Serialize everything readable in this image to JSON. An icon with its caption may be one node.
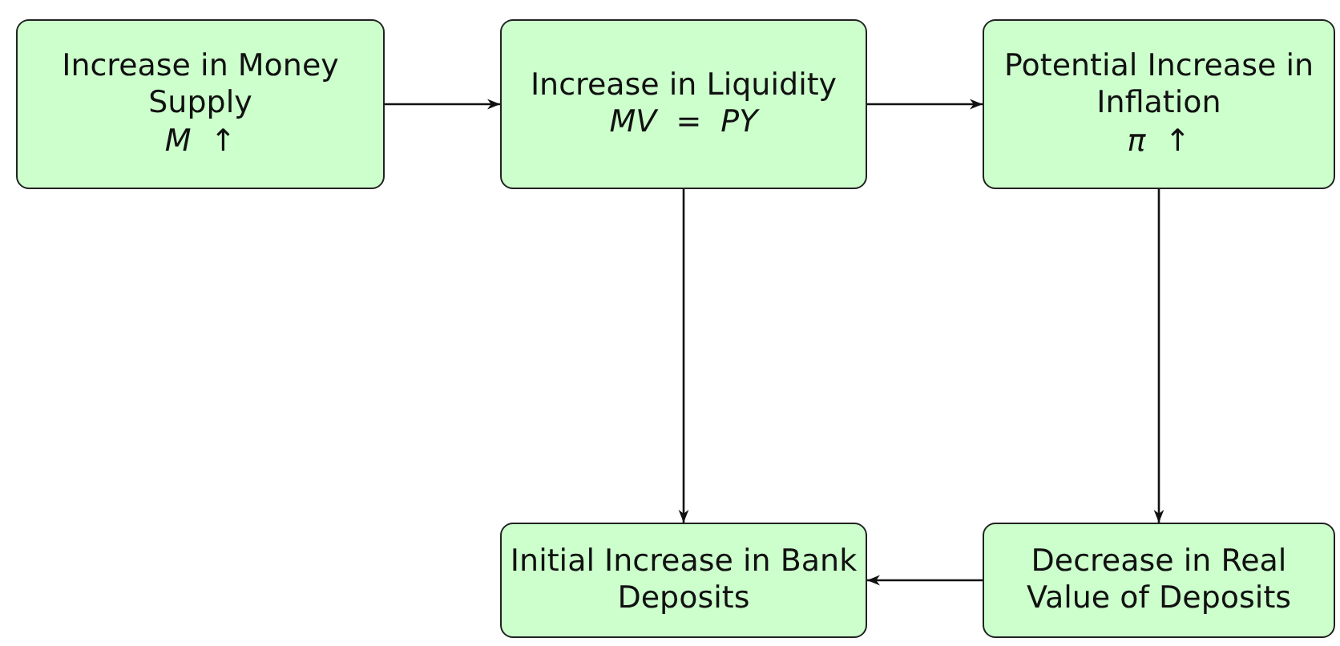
{
  "diagram": {
    "nodes": [
      {
        "text": [
          "Increase in Money Supply",
          "M ↑"
        ]
      },
      {
        "text": [
          "Increase in Liquidity",
          "MV = PY"
        ]
      },
      {
        "text": [
          "Potential Increase in Inflation",
          "π ↑"
        ]
      },
      {
        "text": [
          "Initial Increase in Bank Deposits"
        ]
      },
      {
        "text": [
          "Decrease in Real Value of Deposits"
        ]
      }
    ],
    "edges": [
      {
        "from": 0,
        "to": 1,
        "arrow": "to"
      },
      {
        "from": 1,
        "to": 2,
        "arrow": "to"
      },
      {
        "from": 1,
        "to": 3,
        "arrow": "to"
      },
      {
        "from": 2,
        "to": 4,
        "arrow": "to"
      },
      {
        "from": 4,
        "to": 3,
        "arrow": "to"
      }
    ]
  }
}
